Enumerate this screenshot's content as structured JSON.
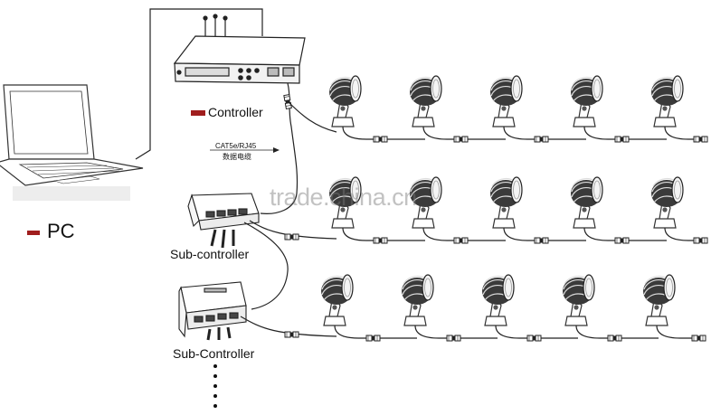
{
  "labels": {
    "pc": "PC",
    "controller": "Controller",
    "sub_controller_1": "Sub-controller",
    "sub_controller_2": "Sub-Controller",
    "cable_type": "CAT5e/RJ45",
    "cable_type_cn": "数据电缆",
    "watermark": "trade.china.cn"
  },
  "colors": {
    "marker": "#a01e1e",
    "line": "#222222",
    "watermark": "#9a9a9a"
  },
  "icons": [
    "laptop-icon",
    "controller-icon",
    "sub-controller-icon",
    "spotlight-icon",
    "connector-icon",
    "continuation-dots-icon"
  ],
  "fixture_rows": 3,
  "fixtures_per_row": 5
}
